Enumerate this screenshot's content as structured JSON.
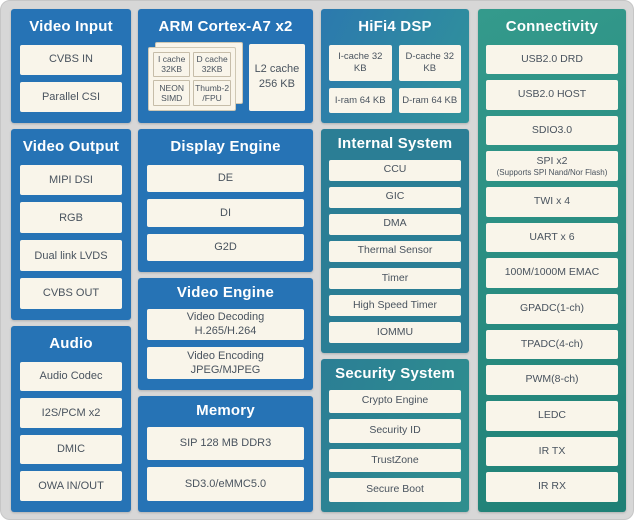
{
  "colors": {
    "background": "#d7d7d7",
    "block_blue": "#2673b5",
    "block_teal": "#2b7e95",
    "hifi_gradient": [
      "#2c79ae",
      "#30939a"
    ],
    "connectivity_gradient": [
      "#349a8c",
      "#1f8076"
    ],
    "item_background": "#f9f5ea",
    "item_text": "#49535e",
    "title_text": "#ffffff"
  },
  "blocks": {
    "video_input": {
      "title": "Video Input",
      "items": [
        {
          "label": "CVBS IN"
        },
        {
          "label": "Parallel CSI"
        }
      ]
    },
    "video_output": {
      "title": "Video Output",
      "items": [
        {
          "label": "MIPI DSI"
        },
        {
          "label": "RGB"
        },
        {
          "label": "Dual link LVDS"
        },
        {
          "label": "CVBS OUT"
        }
      ]
    },
    "audio": {
      "title": "Audio",
      "items": [
        {
          "label": "Audio Codec"
        },
        {
          "label": "I2S/PCM x2"
        },
        {
          "label": "DMIC"
        },
        {
          "label": "OWA IN/OUT"
        }
      ]
    },
    "arm": {
      "title": "ARM Cortex-A7 x2",
      "cache_items": [
        {
          "label": "I cache",
          "label2": "32KB"
        },
        {
          "label": "D cache",
          "label2": "32KB"
        },
        {
          "label": "NEON",
          "label2": "SIMD"
        },
        {
          "label": "Thumb-2",
          "label2": "/FPU"
        }
      ],
      "l2": {
        "label": "L2 cache",
        "label2": "256 KB"
      }
    },
    "display_engine": {
      "title": "Display Engine",
      "items": [
        {
          "label": "DE"
        },
        {
          "label": "DI"
        },
        {
          "label": "G2D"
        }
      ]
    },
    "video_engine": {
      "title": "Video Engine",
      "items": [
        {
          "label": "Video Decoding",
          "label2": "H.265/H.264"
        },
        {
          "label": "Video Encoding",
          "label2": "JPEG/MJPEG"
        }
      ]
    },
    "memory": {
      "title": "Memory",
      "items": [
        {
          "label": "SIP 128 MB DDR3"
        },
        {
          "label": "SD3.0/eMMC5.0"
        }
      ]
    },
    "hifi4_dsp": {
      "title": "HiFi4 DSP",
      "items": [
        {
          "label": "I-cache 32 KB"
        },
        {
          "label": "D-cache 32 KB"
        },
        {
          "label": "I-ram 64 KB"
        },
        {
          "label": "D-ram 64 KB"
        }
      ]
    },
    "internal_system": {
      "title": "Internal System",
      "items": [
        {
          "label": "CCU"
        },
        {
          "label": "GIC"
        },
        {
          "label": "DMA"
        },
        {
          "label": "Thermal Sensor"
        },
        {
          "label": "Timer"
        },
        {
          "label": "High Speed Timer"
        },
        {
          "label": "IOMMU"
        }
      ]
    },
    "security_system": {
      "title": "Security System",
      "items": [
        {
          "label": "Crypto Engine"
        },
        {
          "label": "Security ID"
        },
        {
          "label": "TrustZone"
        },
        {
          "label": "Secure Boot"
        }
      ]
    },
    "connectivity": {
      "title": "Connectivity",
      "items": [
        {
          "label": "USB2.0 DRD"
        },
        {
          "label": "USB2.0 HOST"
        },
        {
          "label": "SDIO3.0"
        },
        {
          "label": "SPI x2",
          "label2": "(Supports SPI Nand/Nor Flash)"
        },
        {
          "label": "TWI x 4"
        },
        {
          "label": "UART x 6"
        },
        {
          "label": "100M/1000M EMAC"
        },
        {
          "label": "GPADC(1-ch)"
        },
        {
          "label": "TPADC(4-ch)"
        },
        {
          "label": "PWM(8-ch)"
        },
        {
          "label": "LEDC"
        },
        {
          "label": "IR TX"
        },
        {
          "label": "IR RX"
        }
      ]
    }
  }
}
